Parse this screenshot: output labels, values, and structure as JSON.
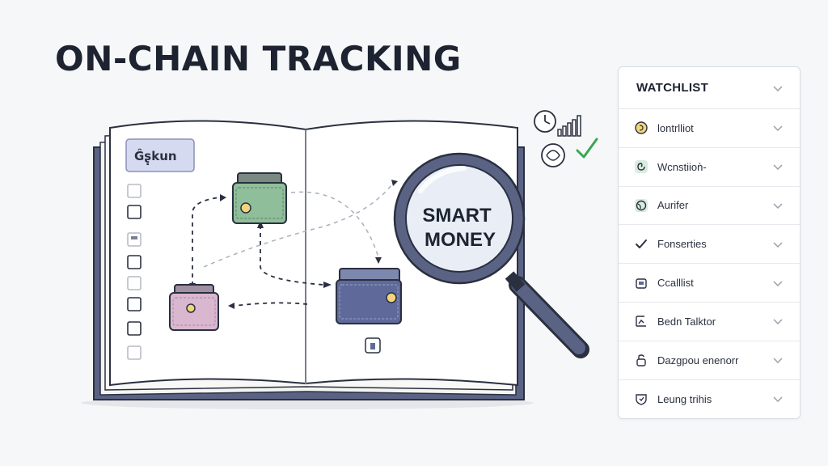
{
  "title": "ON-CHAIN TRACKING",
  "notebook": {
    "page_label": "Ĝ̀ʂ̣kun",
    "lens_text_line1": "SMART",
    "lens_text_line2": "MONEY"
  },
  "watchlist": {
    "title": "WATCHLIST",
    "items": [
      {
        "label": "lontrlliot",
        "icon": "coin-icon"
      },
      {
        "label": "Wcnstiioǹ-",
        "icon": "spiral-icon"
      },
      {
        "label": "Aurifer",
        "icon": "globe-icon"
      },
      {
        "label": "Fonserties",
        "icon": "check-icon"
      },
      {
        "label": "Ccalllist",
        "icon": "wallet-icon"
      },
      {
        "label": "Bedn Talktor",
        "icon": "chart-icon"
      },
      {
        "label": "Dazgpou enenorr",
        "icon": "lock-icon"
      },
      {
        "label": "Leung trihis",
        "icon": "shield-icon"
      }
    ]
  },
  "colors": {
    "ink": "#1d2330",
    "wallet_green": "#8fbf9a",
    "wallet_pink": "#d9b8cf",
    "wallet_blue": "#5f6a9a",
    "check_green": "#3aa655",
    "book_cover": "#5a6384"
  }
}
